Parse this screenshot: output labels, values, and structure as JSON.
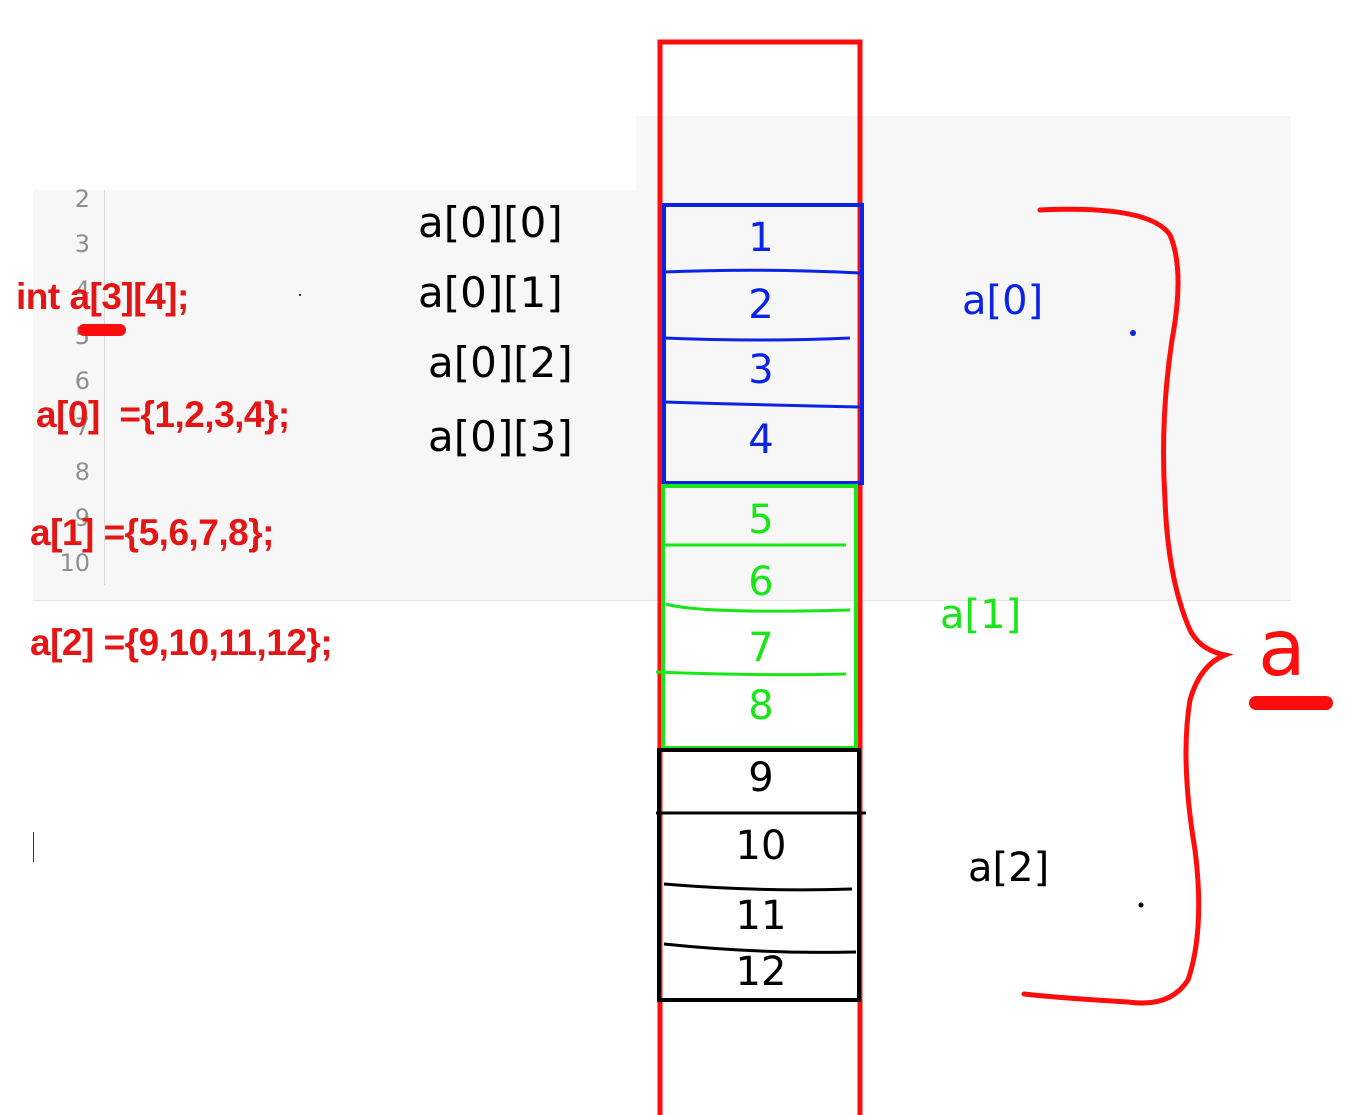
{
  "editor": {
    "line_numbers": [
      "2",
      "3",
      "4",
      "5",
      "6",
      "7",
      "8",
      "9",
      "10"
    ]
  },
  "code": {
    "decl": "int a[3][4];",
    "row0": "a[0]  ={1,2,3,4};",
    "row1": "a[1] ={5,6,7,8};",
    "row2": "a[2] ={9,10,11,12};"
  },
  "element_labels": [
    "a[0][0]",
    "a[0][1]",
    "a[0][2]",
    "a[0][3]"
  ],
  "memory": {
    "row0_cells": [
      "1",
      "2",
      "3",
      "4"
    ],
    "row1_cells": [
      "5",
      "6",
      "7",
      "8"
    ],
    "row2_cells": [
      "9",
      "10",
      "11",
      "12"
    ]
  },
  "row_labels": {
    "row0": "a[0]",
    "row1": "a[1]",
    "row2": "a[2]"
  },
  "array_label": "a",
  "colors": {
    "code_red": "#e31515",
    "row0_blue": "#0a23e6",
    "row1_green": "#19e619",
    "row2_black": "#000000",
    "outer_red": "#ff0d0d"
  }
}
